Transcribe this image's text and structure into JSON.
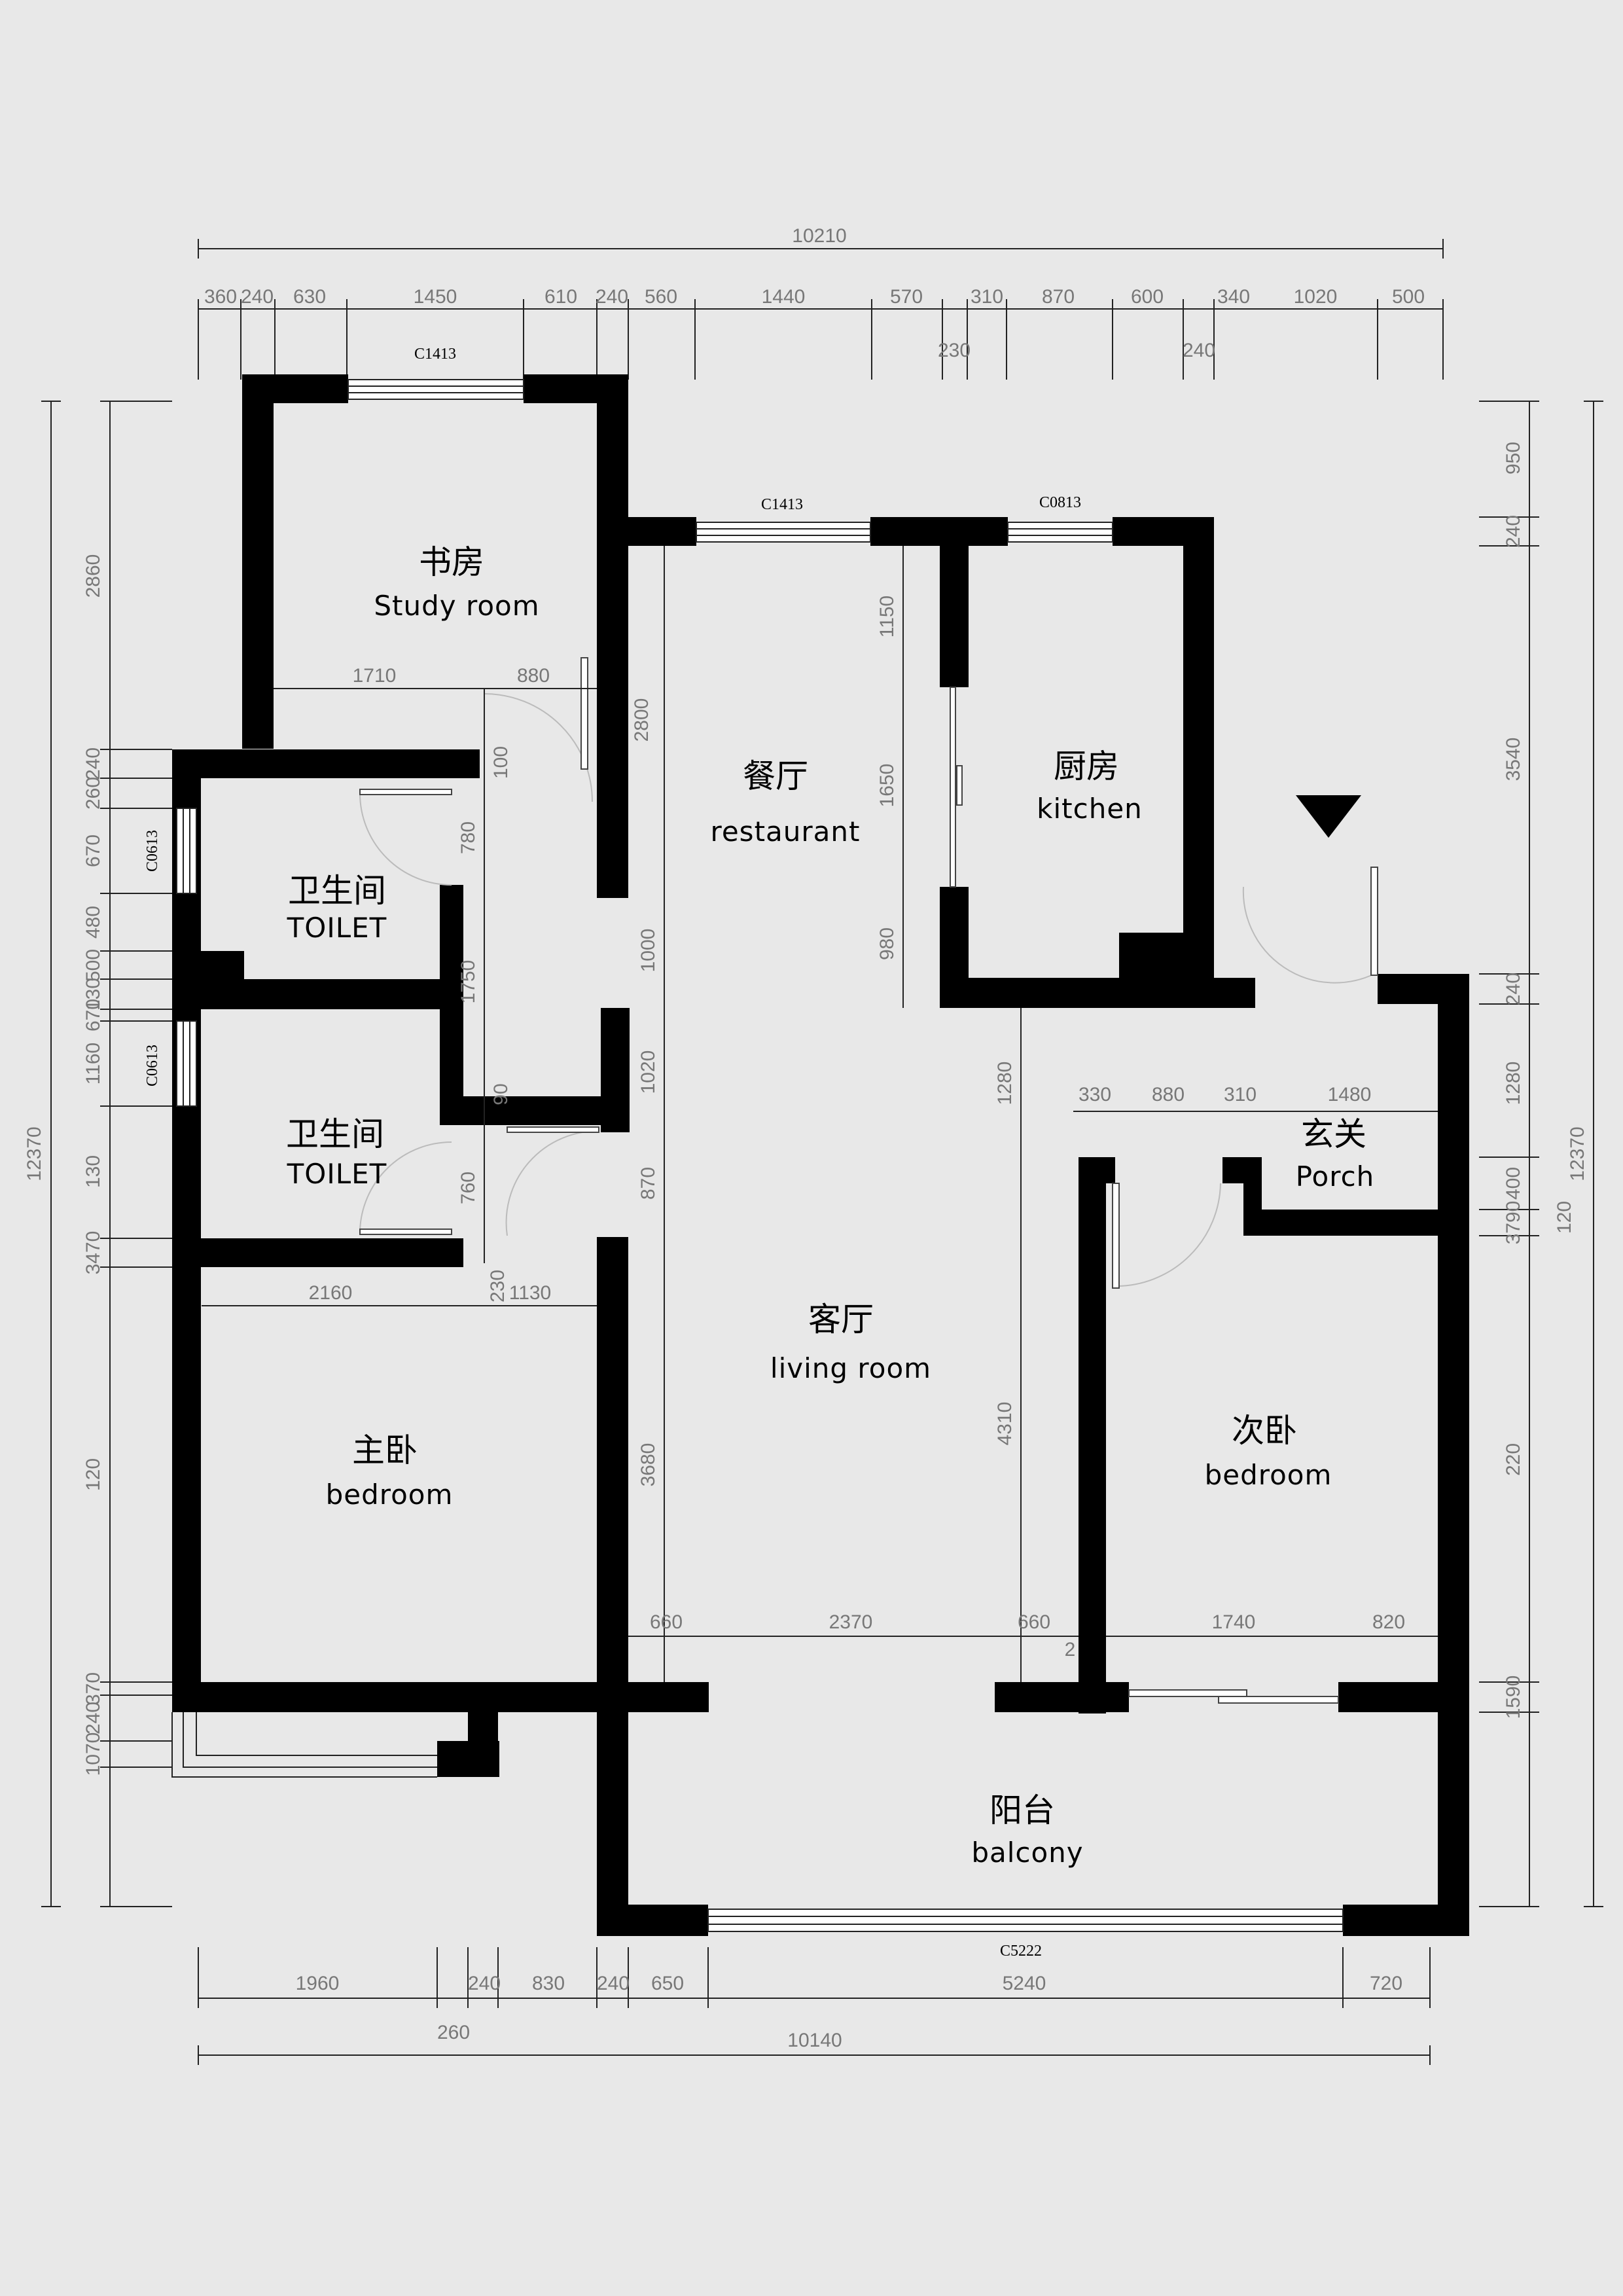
{
  "overall": {
    "top_total": "10210",
    "bottom_total": "10140",
    "bottom_sub": "260",
    "left_total": "12370",
    "right_total": "12370",
    "right_sub": "120"
  },
  "top_dims": [
    "360",
    "240",
    "630",
    "1450",
    "610",
    "240",
    "560",
    "1440",
    "570",
    "310",
    "870",
    "600",
    "340",
    "1020",
    "500"
  ],
  "top_dims_lower": [
    "230",
    "240"
  ],
  "bottom_dims": [
    "1960",
    "240",
    "830",
    "240",
    "650",
    "5240",
    "720"
  ],
  "left_dims": [
    "2860",
    "240",
    "260",
    "670",
    "480",
    "500",
    "130",
    "670",
    "1160",
    "130",
    "3470",
    "120",
    "370",
    "240",
    "1070"
  ],
  "right_dims": [
    "950",
    "240",
    "3540",
    "240",
    "1280",
    "400",
    "3790",
    "220",
    "1590"
  ],
  "interior_dims": {
    "study_w1": "1710",
    "study_w2": "880",
    "corr_2800": "2800",
    "corr_100": "100",
    "corr_780": "780",
    "corr_1750": "1750",
    "corr_90": "90",
    "corr_760": "760",
    "corr_230": "230",
    "master_w": "2160",
    "master_w2": "1130",
    "rest_1150": "1150",
    "rest_1650": "1650",
    "rest_980": "980",
    "liv_1000": "1000",
    "liv_1020": "1020",
    "liv_870": "870",
    "liv_3680": "3680",
    "liv_1280": "1280",
    "liv_4310": "4310",
    "bot_660a": "660",
    "bot_2370": "2370",
    "bot_660b": "660",
    "bot_2": "2",
    "bot_1740": "1740",
    "bot_820": "820",
    "porch_330": "330",
    "porch_880": "880",
    "porch_310": "310",
    "porch_1480": "1480"
  },
  "windows": {
    "study": "C1413",
    "restaurant": "C1413",
    "kitchen": "C0813",
    "toilet1": "C0613",
    "toilet2": "C0613",
    "balcony": "C5222"
  },
  "rooms": {
    "study": {
      "cn": "书房",
      "en": "Study room"
    },
    "restaurant": {
      "cn": "餐厅",
      "en": "restaurant"
    },
    "kitchen": {
      "cn": "厨房",
      "en": "kitchen"
    },
    "toilet1": {
      "cn": "卫生间",
      "en": "TOILET"
    },
    "toilet2": {
      "cn": "卫生间",
      "en": "TOILET"
    },
    "living": {
      "cn": "客厅",
      "en": "living room"
    },
    "porch": {
      "cn": "玄关",
      "en": "Porch"
    },
    "master": {
      "cn": "主卧",
      "en": "bedroom"
    },
    "second": {
      "cn": "次卧",
      "en": "bedroom"
    },
    "balcony": {
      "cn": "阳台",
      "en": "balcony"
    }
  },
  "colors": {
    "wall": "#000000",
    "background": "#e8e8e8",
    "dimension_text": "#777777"
  }
}
